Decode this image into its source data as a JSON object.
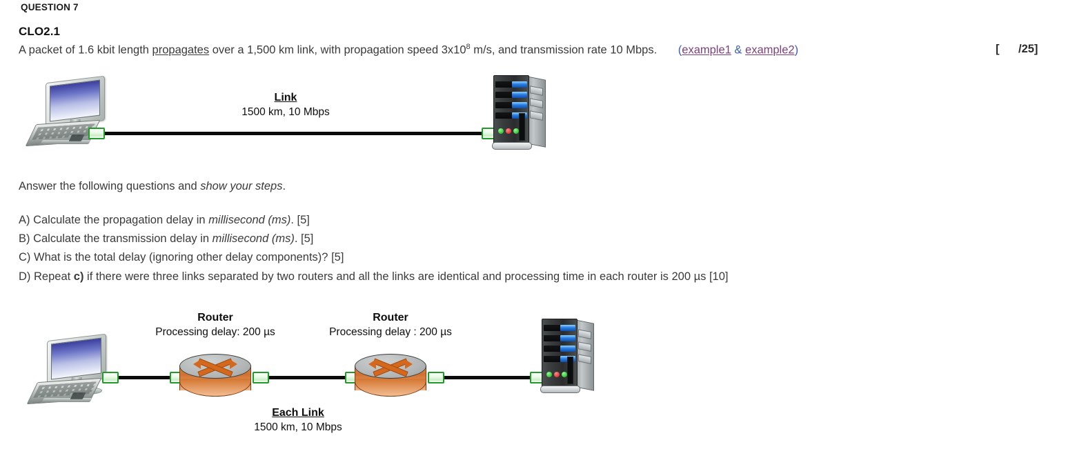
{
  "header": {
    "question_label": "QUESTION 7",
    "clo": "CLO2.1",
    "stem_part1": "A packet of 1.6 kbit length ",
    "stem_underlined": "propagates",
    "stem_part2": " over a 1,500 km link, with propagation speed 3x10",
    "stem_exponent": "8",
    "stem_part3": " m/s, and transmission rate 10 Mbps.",
    "paren_open": "(",
    "example1": "example1",
    "ampersand": " & ",
    "example2": "example2",
    "paren_close": ")",
    "marks": "[      /25]"
  },
  "body": {
    "answer_intro_plain": "Answer the following questions and ",
    "answer_intro_italic": "show your steps",
    "answer_intro_end": ".",
    "items": [
      {
        "id": "A",
        "plain1": "A) Calculate the propagation delay in ",
        "italic": "millisecond (ms)",
        "plain2": ". [5]"
      },
      {
        "id": "B",
        "plain1": "B) Calculate the transmission delay in ",
        "italic": "millisecond (ms)",
        "plain2": ". [5]"
      },
      {
        "id": "C",
        "plain1": "C) What is the total delay (ignoring other delay components)? [5]",
        "italic": "",
        "plain2": ""
      },
      {
        "id": "D",
        "plain1": "D) Repeat ",
        "bold": "c)",
        "plain2": " if there were three links separated by two routers and all the links are identical and processing time in each router is 200 µs [10]"
      }
    ]
  },
  "diagram1": {
    "pc_name": "workstation",
    "server_name": "server",
    "link_title": "Link",
    "link_sub": "1500 km, 10 Mbps"
  },
  "diagram2": {
    "router1_title": "Router",
    "router1_sub": "Processing delay: 200 µs",
    "router2_title": "Router",
    "router2_sub": "Processing delay : 200 µs",
    "link_title": "Each Link",
    "link_sub": "1500 km, 10 Mbps"
  },
  "colors": {
    "link_purple": "#7d3f78",
    "paren_blue": "#3b5bbf",
    "connector_green": "#1f9b28",
    "router_orange": "#d4691e",
    "wire_black": "#0b0b0b",
    "text_gray": "#3a3a3a"
  }
}
